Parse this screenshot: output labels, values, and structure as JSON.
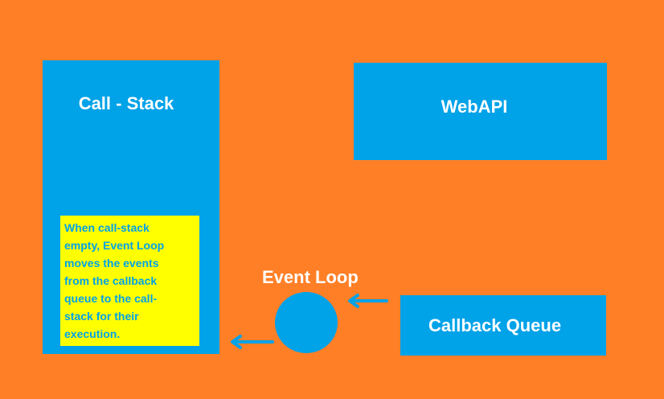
{
  "call_stack": {
    "title": "Call - Stack",
    "note_lines": [
      "When call-stack",
      "empty, Event Loop",
      "moves the events",
      "from the callback",
      "queue to the call-",
      "stack for their",
      "execution."
    ]
  },
  "webapi": {
    "title": "WebAPI"
  },
  "event_loop": {
    "label": "Event Loop"
  },
  "callback_queue": {
    "title": "Callback Queue"
  },
  "colors": {
    "background": "#FF7F27",
    "box": "#00A2E8",
    "note_background": "#FFFF00",
    "note_text": "#00A2E8",
    "title_text": "#FFFFFF"
  },
  "icons": {
    "queue_to_loop": "arrow-left-icon",
    "loop_to_stack": "arrow-left-icon"
  }
}
